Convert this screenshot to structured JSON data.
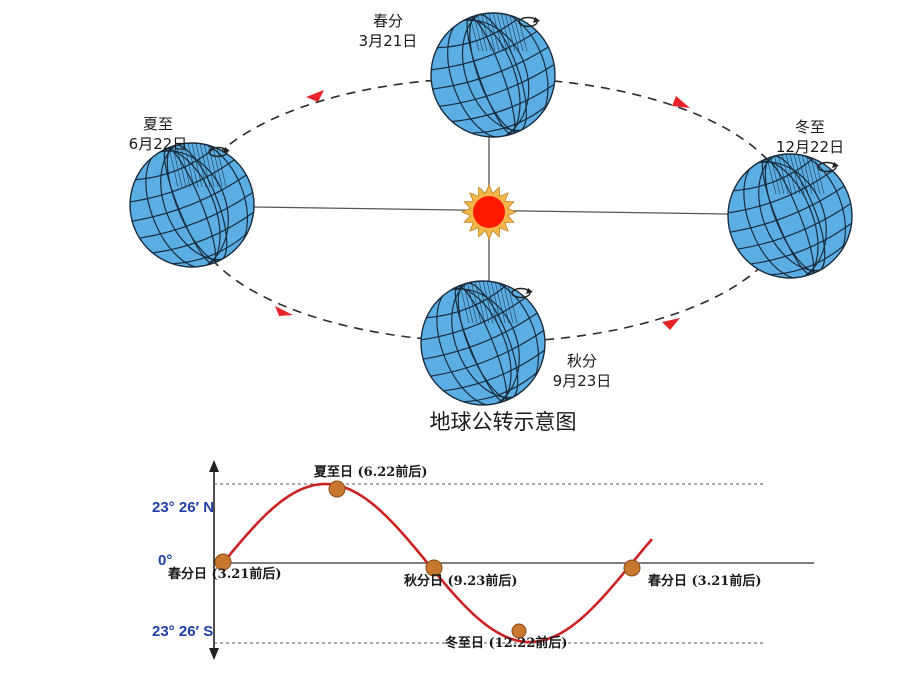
{
  "orbit_diagram": {
    "title": "地球公转示意图",
    "positions": [
      {
        "id": "spring",
        "name": "春分",
        "date": "3月21日"
      },
      {
        "id": "summer",
        "name": "夏至",
        "date": "6月22日"
      },
      {
        "id": "autumn",
        "name": "秋分",
        "date": "9月23日"
      },
      {
        "id": "winter",
        "name": "冬至",
        "date": "12月22日"
      }
    ],
    "colors": {
      "earth": "#5aaee4",
      "earth_line": "#1a2b3c",
      "sun": "#ff1a00",
      "sun_rays": "#f2b64a",
      "orbit_arrow": "#e8252b"
    }
  },
  "subsolar_graph": {
    "y_labels": {
      "north": "23° 26′ N",
      "equator": "0°",
      "south": "23° 26′ S"
    },
    "points": [
      {
        "id": "spring_start",
        "label": "春分日 (3.21前后)"
      },
      {
        "id": "summer",
        "label": "夏至日 (6.22前后)"
      },
      {
        "id": "autumn",
        "label": "秋分日 (9.23前后)"
      },
      {
        "id": "winter",
        "label": "冬至日 (12.22前后)"
      },
      {
        "id": "spring_end",
        "label": "春分日 (3.21前后)"
      }
    ],
    "colors": {
      "curve": "#cc2222",
      "marker": "#c8772e",
      "lat_text": "#1f3fa6"
    }
  }
}
